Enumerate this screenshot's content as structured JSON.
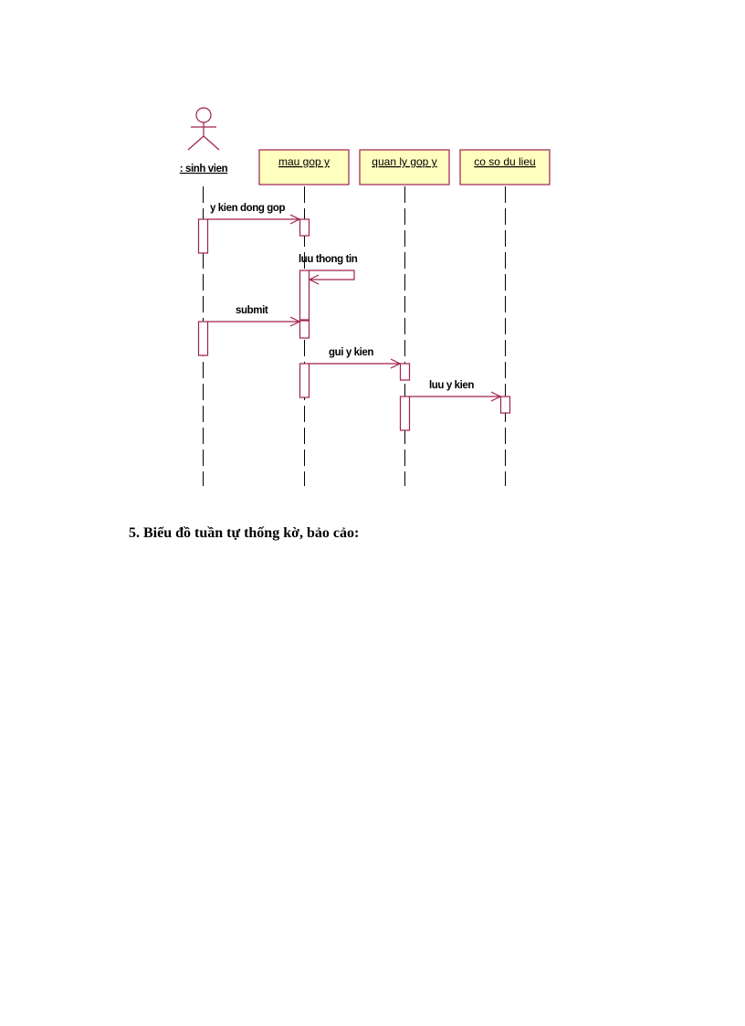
{
  "diagram": {
    "type": "UML sequence diagram",
    "colors": {
      "line": "#a0204a",
      "box_fill": "#ffffc0",
      "lifeline": "#000000",
      "activation_fill": "#ffffff"
    },
    "actor": {
      "label": ": sinh vien"
    },
    "objects": [
      {
        "label": "mau gop y"
      },
      {
        "label": "quan ly gop y"
      },
      {
        "label": "co so du lieu"
      }
    ],
    "messages": [
      {
        "label": "y kien dong gop",
        "from": ": sinh vien",
        "to": "mau gop y"
      },
      {
        "label": "luu thong tin",
        "from": "mau gop y",
        "to": "mau gop y"
      },
      {
        "label": "submit",
        "from": ": sinh vien",
        "to": "mau gop y"
      },
      {
        "label": "gui y kien",
        "from": "mau gop y",
        "to": "quan ly gop y"
      },
      {
        "label": "luu y kien",
        "from": "quan ly gop y",
        "to": "co so du lieu"
      }
    ]
  },
  "document": {
    "heading": "5. Biểu đồ tuần tự thống kờ, bảo cảo:"
  }
}
